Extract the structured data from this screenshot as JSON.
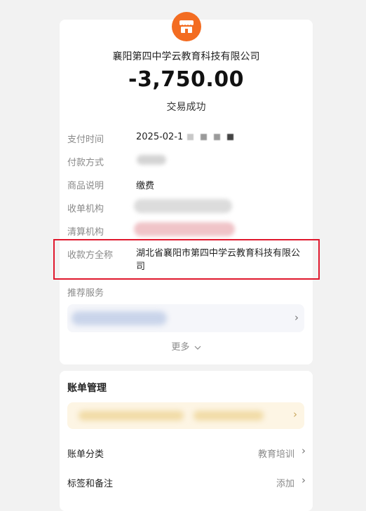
{
  "receipt": {
    "merchant_name": "襄阳第四中学云教育科技有限公司",
    "amount": "-3,750.00",
    "status": "交易成功",
    "brand_color": "#f36c21",
    "rows": {
      "pay_time_label": "支付时间",
      "pay_time_value": "2025-02-1",
      "pay_method_label": "付款方式",
      "item_label": "商品说明",
      "item_value": "缴费",
      "acquirer_label": "收单机构",
      "clearing_label": "清算机构",
      "payee_label": "收款方全称",
      "payee_value": "湖北省襄阳市第四中学云教育科技有限公司"
    },
    "recommend_label": "推荐服务",
    "more_label": "更多",
    "highlight_color": "#e0182d"
  },
  "bill": {
    "title": "账单管理",
    "category_label": "账单分类",
    "category_value": "教育培训",
    "tags_label": "标签和备注",
    "tags_value": "添加"
  },
  "icons": {
    "merchant": "shop-icon",
    "chevron": "chevron-right-icon",
    "more": "chevron-down-icon"
  }
}
